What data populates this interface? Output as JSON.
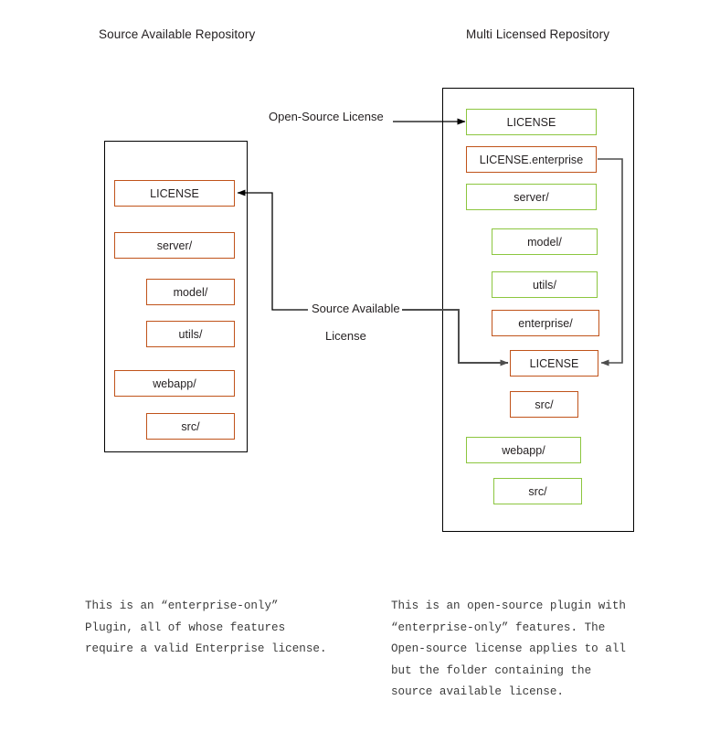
{
  "diagram": {
    "type": "comparison-diagram",
    "title_left": "Source Available Repository",
    "title_right": "Multi Licensed Repository",
    "colors": {
      "orange": "#c0531a",
      "green": "#8cc63f",
      "frame": "#000000",
      "arrow": "#000000",
      "text": "#231f20",
      "caption_text": "#3b3b3b",
      "background": "#ffffff"
    }
  },
  "left_repo": {
    "title": "Source Available Repository",
    "nodes": [
      {
        "label": "LICENSE",
        "color": "orange",
        "indent": 0
      },
      {
        "label": "server/",
        "color": "orange",
        "indent": 0
      },
      {
        "label": "model/",
        "color": "orange",
        "indent": 1
      },
      {
        "label": "utils/",
        "color": "orange",
        "indent": 1
      },
      {
        "label": "webapp/",
        "color": "orange",
        "indent": 0
      },
      {
        "label": "src/",
        "color": "orange",
        "indent": 1
      }
    ]
  },
  "right_repo": {
    "title": "Multi Licensed Repository",
    "nodes": [
      {
        "label": "LICENSE",
        "color": "green",
        "indent": 0
      },
      {
        "label": "LICENSE.enterprise",
        "color": "orange",
        "indent": 0
      },
      {
        "label": "server/",
        "color": "green",
        "indent": 0
      },
      {
        "label": "model/",
        "color": "green",
        "indent": 1
      },
      {
        "label": "utils/",
        "color": "green",
        "indent": 1
      },
      {
        "label": "enterprise/",
        "color": "orange",
        "indent": 1
      },
      {
        "label": "LICENSE",
        "color": "orange",
        "indent": 2
      },
      {
        "label": "src/",
        "color": "orange",
        "indent": 2
      },
      {
        "label": "webapp/",
        "color": "green",
        "indent": 0
      },
      {
        "label": "src/",
        "color": "green",
        "indent": 1
      }
    ]
  },
  "edges": [
    {
      "name": "open-source-license",
      "label": "Open-Source License",
      "from": "label",
      "to": "right_repo LICENSE"
    },
    {
      "name": "source-available-license",
      "label_line1": "Source Available",
      "label_line2": "License",
      "targets": [
        "left_repo LICENSE",
        "right_repo enterprise/LICENSE"
      ]
    },
    {
      "name": "license-enterprise-link",
      "from": "right_repo LICENSE.enterprise",
      "to": "right_repo enterprise/LICENSE"
    }
  ],
  "captions": {
    "left": "This is an “enterprise-only”\nPlugin, all of whose features\nrequire a valid Enterprise license.",
    "right": "This is an open-source plugin with\n“enterprise-only” features. The\nOpen-source license applies to all\nbut the folder containing the\nsource available license."
  }
}
